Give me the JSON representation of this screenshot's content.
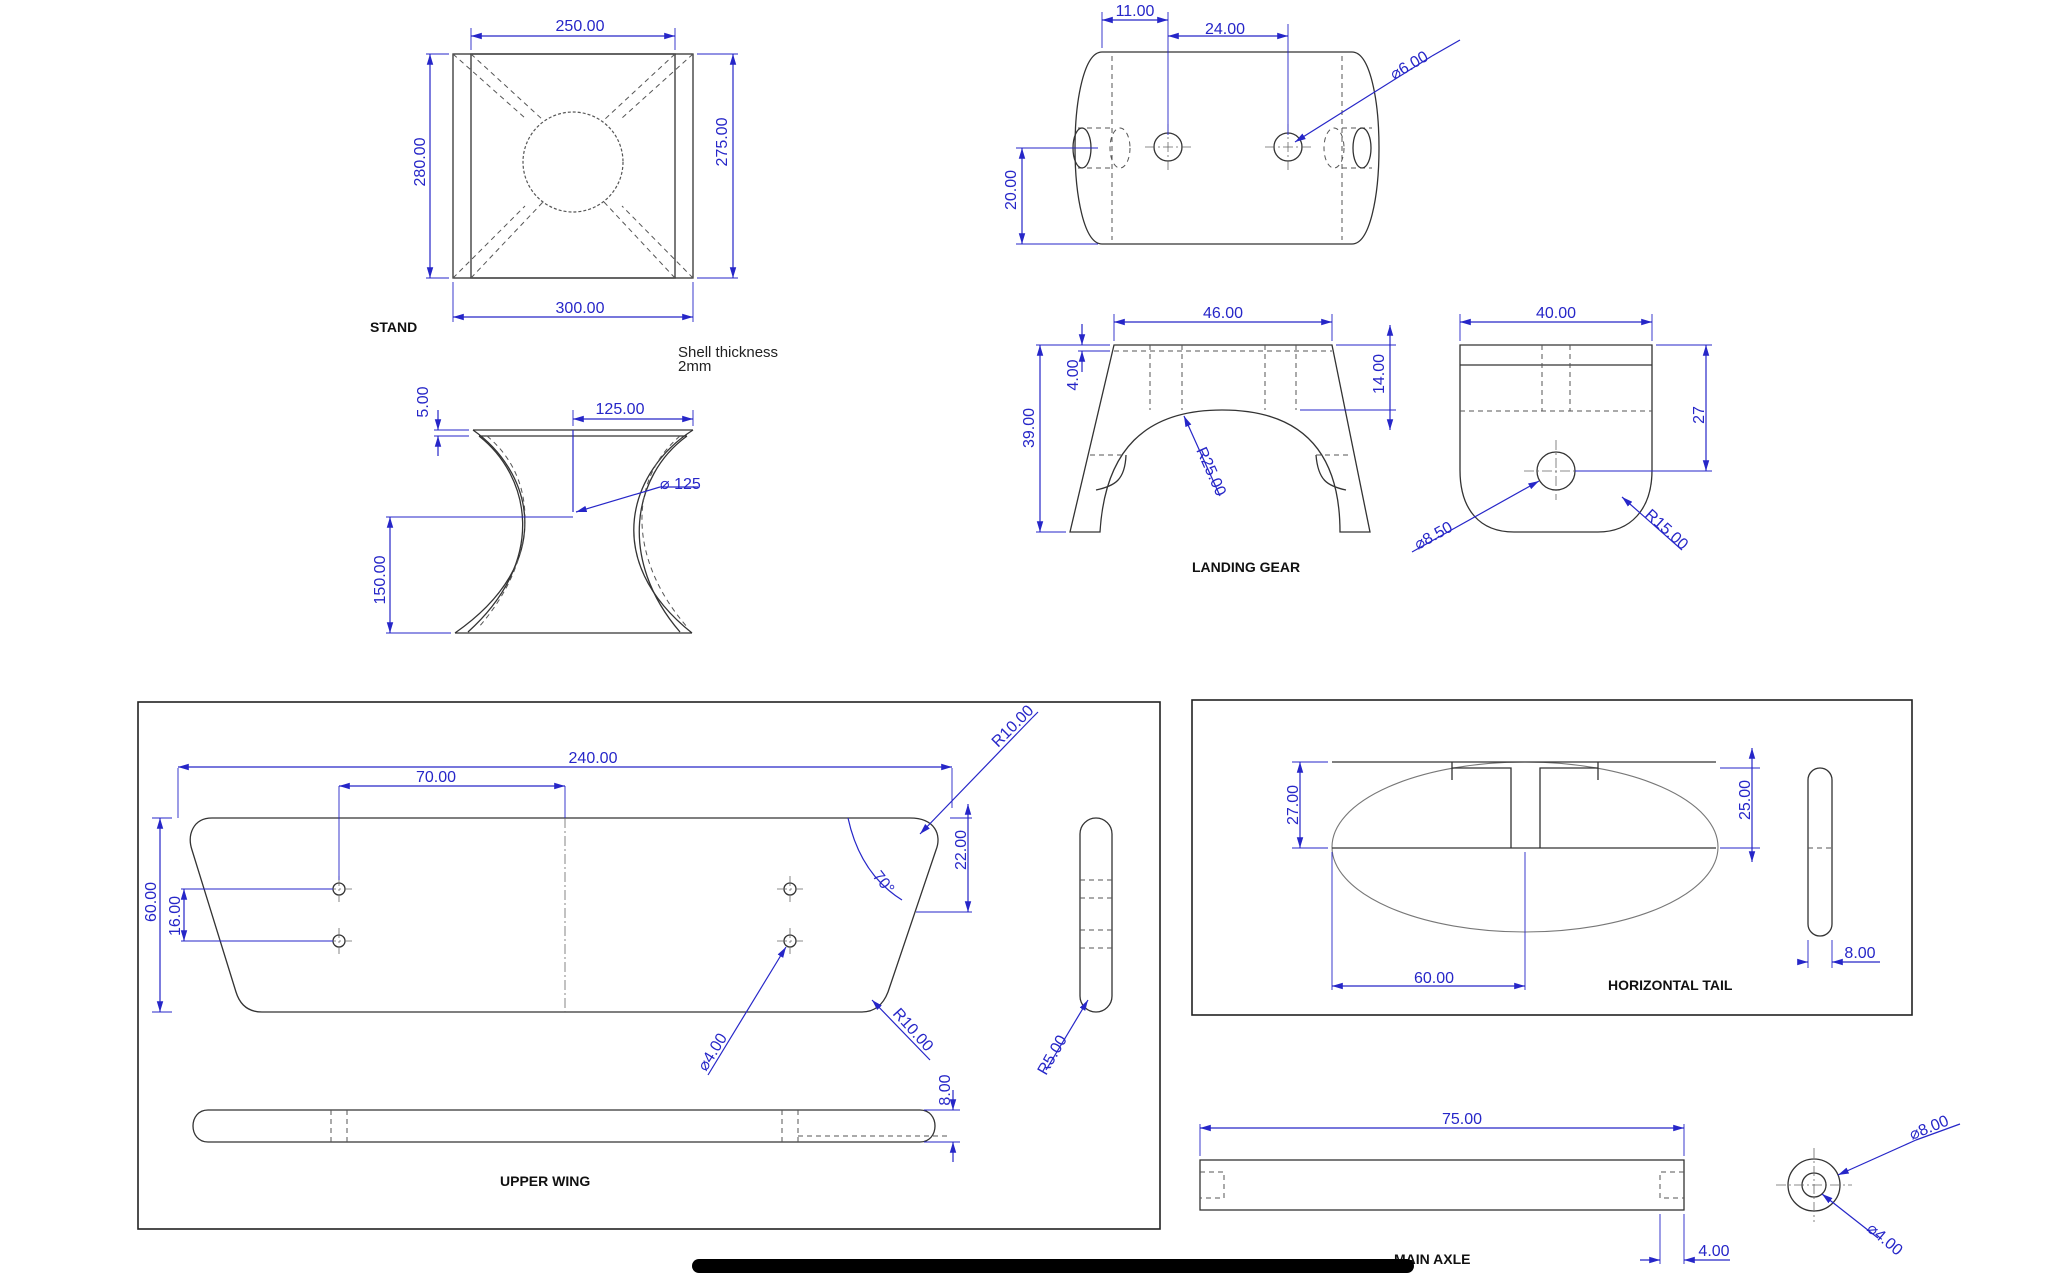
{
  "views": {
    "stand": {
      "label": "STAND",
      "note": "Shell thickness\n2mm",
      "dims": {
        "top_width": "250.00",
        "bottom_width": "300.00",
        "height_left": "280.00",
        "height_right": "275.00",
        "top_thickness": "5.00",
        "half_width": "125.00",
        "diameter": "125",
        "height": "150.00"
      }
    },
    "wheel_top": {
      "dims": {
        "offset": "11.00",
        "spacing": "24.00",
        "hole_diameter": "6.00",
        "height": "20.00"
      }
    },
    "landing_gear": {
      "label": "LANDING GEAR",
      "dims": {
        "top_width": "46.00",
        "top_thickness": "4.00",
        "height": "39.00",
        "slot_depth": "14.00",
        "arch_radius": "R25.00",
        "side_width": "40.00",
        "side_height": "27",
        "hole_diameter": "8.50",
        "corner_radius": "R15.00"
      }
    },
    "upper_wing": {
      "label": "UPPER WING",
      "dims": {
        "span": "240.00",
        "hole_offset": "70.00",
        "chord": "60.00",
        "hole_spacing": "16.00",
        "edge_height": "22.00",
        "angle": "70°",
        "top_radius": "R10.00",
        "bottom_radius": "R10.00",
        "hole_diameter": "4.00",
        "end_radius": "R5.00",
        "thickness": "8.00"
      }
    },
    "horizontal_tail": {
      "label": "HORIZONTAL TAIL",
      "dims": {
        "height_left": "27.00",
        "height_right": "25.00",
        "half_span": "60.00",
        "thickness": "8.00"
      }
    },
    "main_axle": {
      "label": "MAIN AXLE",
      "dims": {
        "length": "75.00",
        "bore_depth": "4.00",
        "outer_diameter": "8.00",
        "inner_diameter": "4.00"
      }
    }
  }
}
